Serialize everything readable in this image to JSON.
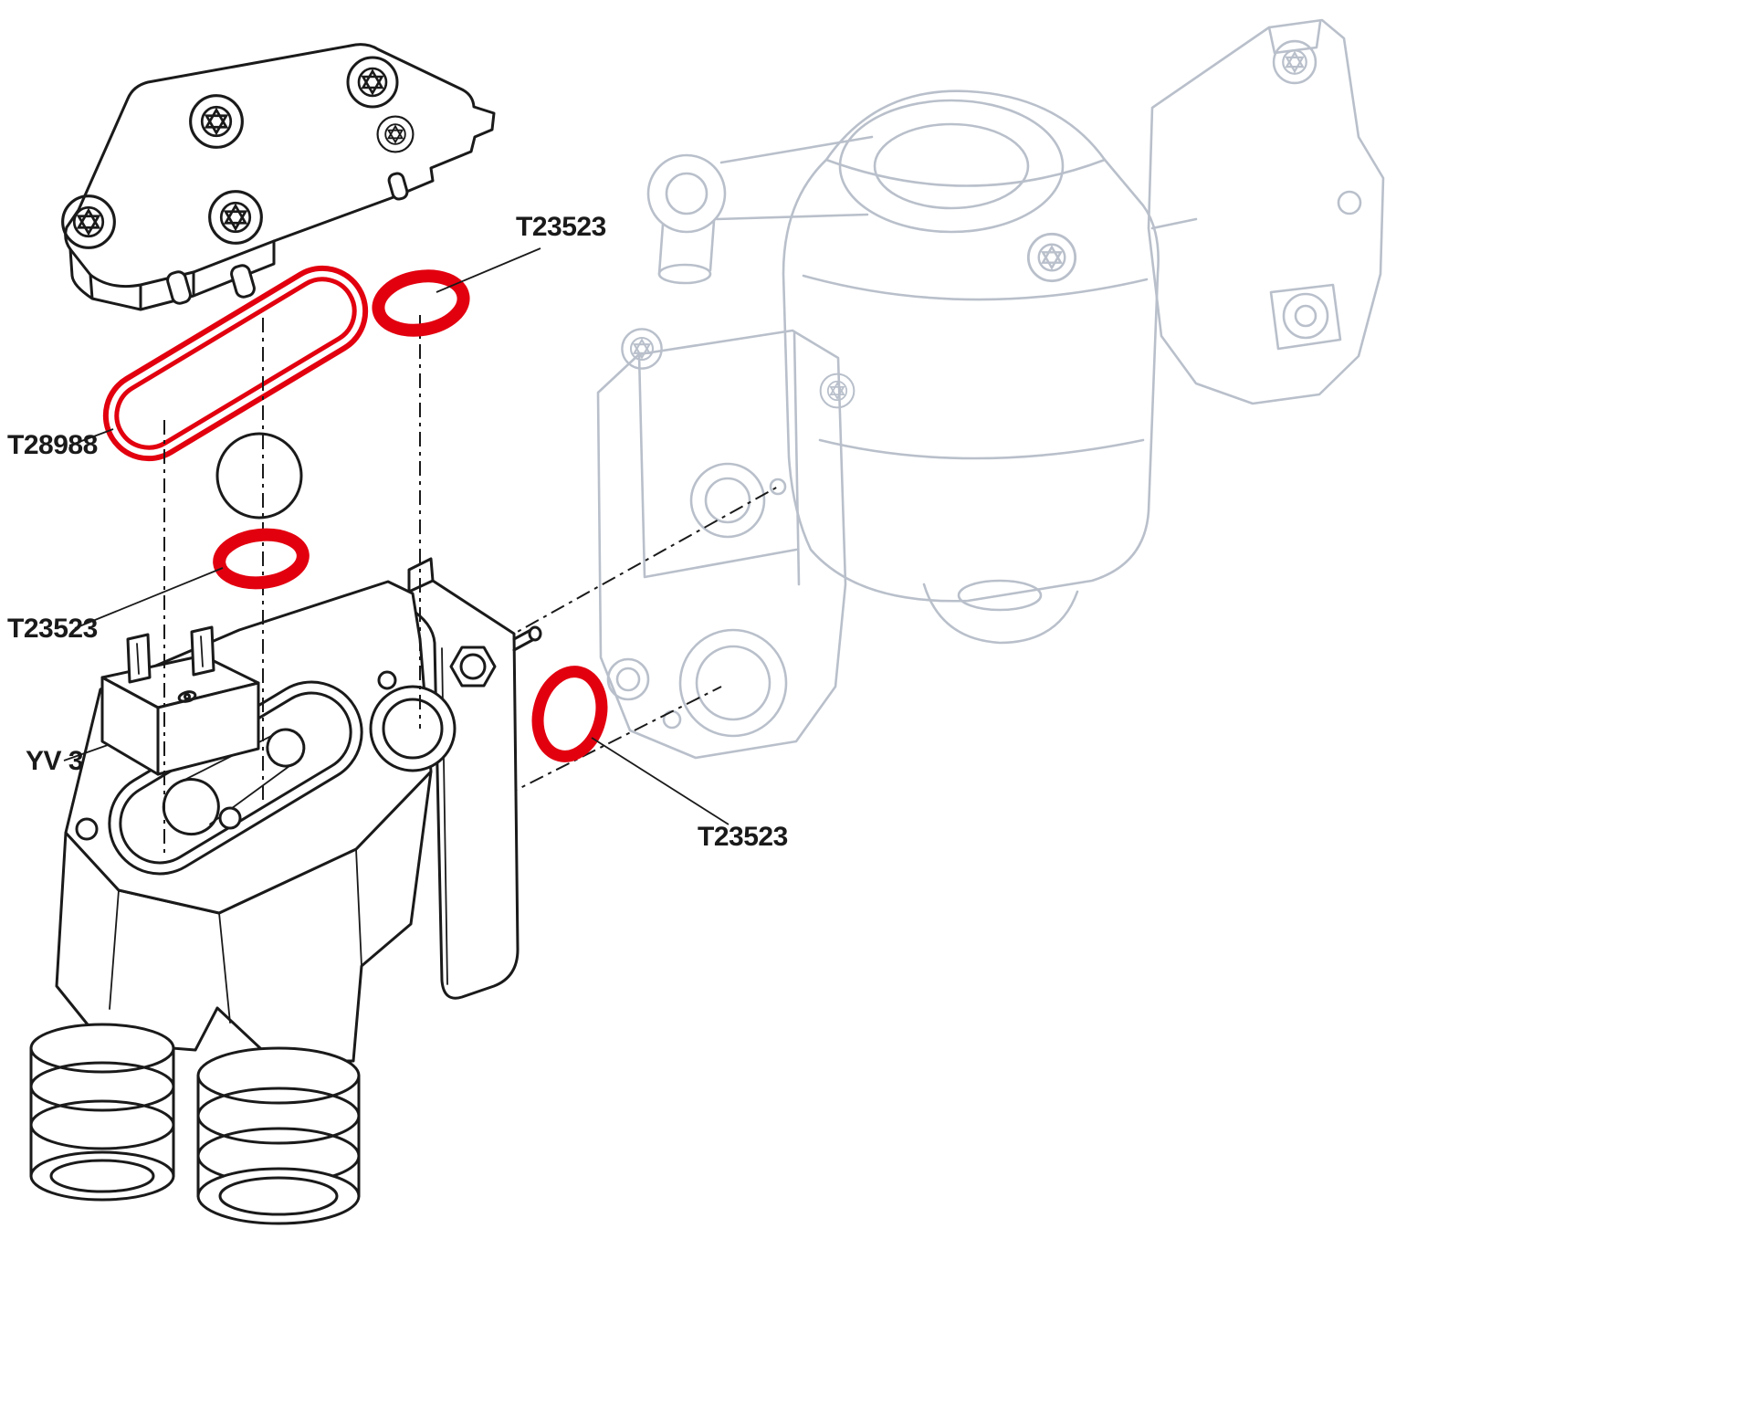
{
  "colors": {
    "highlight": "#e2000f",
    "line": "#1a1a1a",
    "ghost": "#b9c0cb",
    "background": "#ffffff"
  },
  "labels": {
    "oring_top": "T23523",
    "gasket": "T28988",
    "oring_left": "T23523",
    "valve_body": "YV 3",
    "oring_right": "T23523"
  }
}
